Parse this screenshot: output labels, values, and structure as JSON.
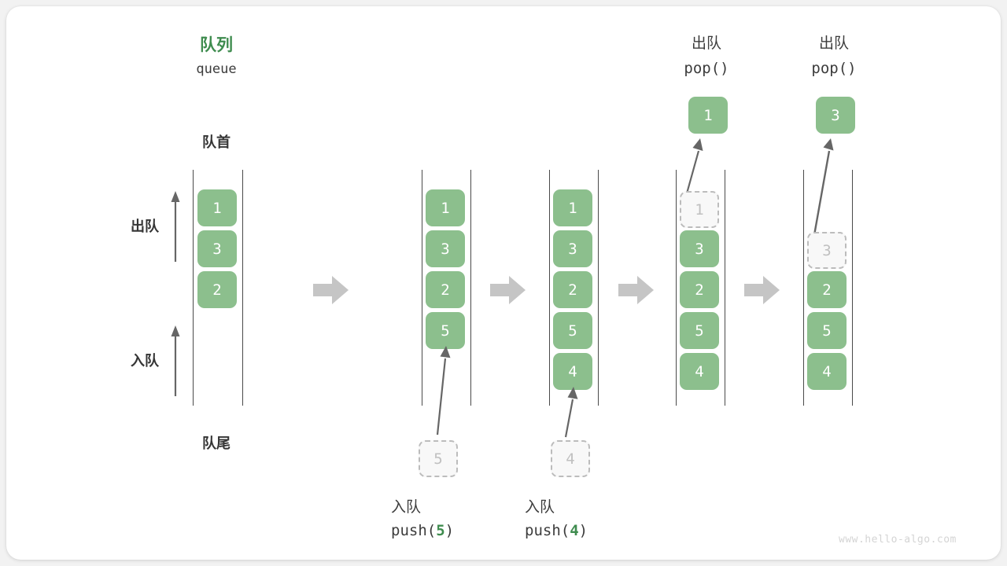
{
  "diagram": {
    "title_cn": "队列",
    "title_en": "queue",
    "front_label": "队首",
    "rear_label": "队尾",
    "dequeue_label": "出队",
    "enqueue_label": "入队",
    "watermark": "www.hello-algo.com",
    "accent_green": "#3f8c4f",
    "box_green": "#8cbf8d",
    "ghost_gray": "#c0c0c0",
    "arrow_gray": "#c5c5c5"
  },
  "steps": [
    {
      "id": "initial",
      "caption_cn": "",
      "caption_code": "",
      "items": [
        "1",
        "3",
        "2"
      ],
      "ghost_index": -1,
      "incoming": "",
      "outgoing": ""
    },
    {
      "id": "push-5",
      "caption_cn": "入队",
      "caption_code": "push(5)",
      "caption_code_arg": "5",
      "items": [
        "1",
        "3",
        "2",
        "5"
      ],
      "ghost_index": -1,
      "incoming": "5",
      "outgoing": ""
    },
    {
      "id": "push-4",
      "caption_cn": "入队",
      "caption_code": "push(4)",
      "caption_code_arg": "4",
      "items": [
        "1",
        "3",
        "2",
        "5",
        "4"
      ],
      "ghost_index": -1,
      "incoming": "4",
      "outgoing": ""
    },
    {
      "id": "pop-1",
      "caption_cn": "出队",
      "caption_code": "pop()",
      "caption_code_arg": "",
      "items": [
        "1",
        "3",
        "2",
        "5",
        "4"
      ],
      "ghost_index": 0,
      "incoming": "",
      "outgoing": "1"
    },
    {
      "id": "pop-3",
      "caption_cn": "出队",
      "caption_code": "pop()",
      "caption_code_arg": "",
      "items": [
        "3",
        "2",
        "5",
        "4"
      ],
      "ghost_index": 0,
      "incoming": "",
      "outgoing": "3"
    }
  ],
  "columns": {
    "col1": {
      "values": [
        "1",
        "3",
        "2"
      ]
    },
    "col2": {
      "values": [
        "1",
        "3",
        "2",
        "5"
      ]
    },
    "col3": {
      "values": [
        "1",
        "3",
        "2",
        "5",
        "4"
      ]
    },
    "col4": {
      "values": [
        "1",
        "3",
        "2",
        "5",
        "4"
      ]
    },
    "col5": {
      "values": [
        "3",
        "2",
        "5",
        "4"
      ]
    }
  },
  "values": {
    "c1_v0": "1",
    "c1_v1": "3",
    "c1_v2": "2",
    "c2_v0": "1",
    "c2_v1": "3",
    "c2_v2": "2",
    "c2_v3": "5",
    "c3_v0": "1",
    "c3_v1": "3",
    "c3_v2": "2",
    "c3_v3": "5",
    "c3_v4": "4",
    "c4_v0": "1",
    "c4_v1": "3",
    "c4_v2": "2",
    "c4_v3": "5",
    "c4_v4": "4",
    "c5_v0": "3",
    "c5_v1": "2",
    "c5_v2": "5",
    "c5_v3": "4",
    "ghost_push5": "5",
    "ghost_push4": "4",
    "popped1": "1",
    "popped3": "3"
  }
}
